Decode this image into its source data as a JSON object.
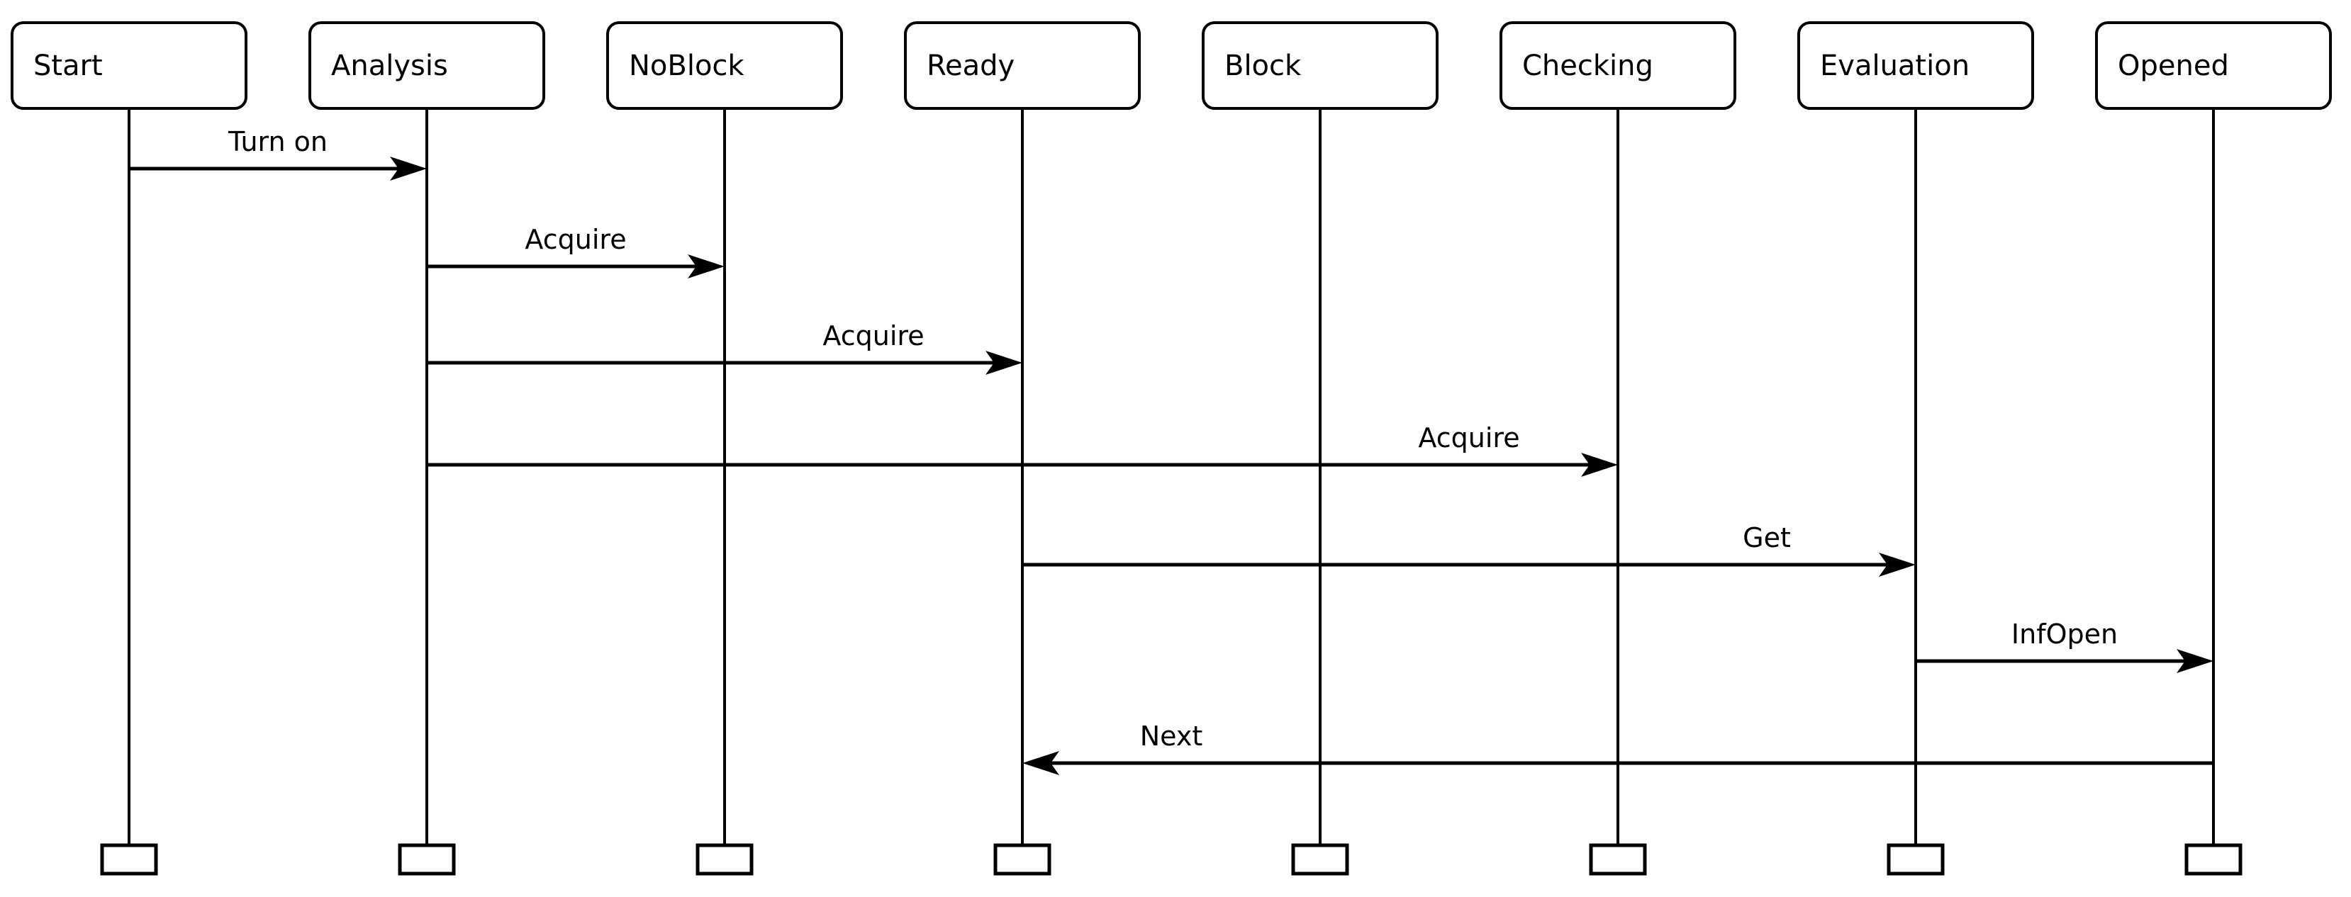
{
  "diagram": {
    "type": "sequence-diagram",
    "background_color": "#ffffff",
    "line_color": "#000000",
    "actors": [
      {
        "label": "Start"
      },
      {
        "label": "Analysis"
      },
      {
        "label": "NoBlock"
      },
      {
        "label": "Ready"
      },
      {
        "label": "Block"
      },
      {
        "label": "Checking"
      },
      {
        "label": "Evaluation"
      },
      {
        "label": "Opened"
      }
    ],
    "messages": [
      {
        "from": "Start",
        "to": "Analysis",
        "label": "Turn on"
      },
      {
        "from": "Analysis",
        "to": "NoBlock",
        "label": "Acquire"
      },
      {
        "from": "Analysis",
        "to": "Ready",
        "label": "Acquire"
      },
      {
        "from": "Analysis",
        "to": "Checking",
        "label": "Acquire"
      },
      {
        "from": "Ready",
        "to": "Evaluation",
        "label": "Get"
      },
      {
        "from": "Evaluation",
        "to": "Opened",
        "label": "InfOpen"
      },
      {
        "from": "Opened",
        "to": "Ready",
        "label": "Next"
      }
    ]
  }
}
